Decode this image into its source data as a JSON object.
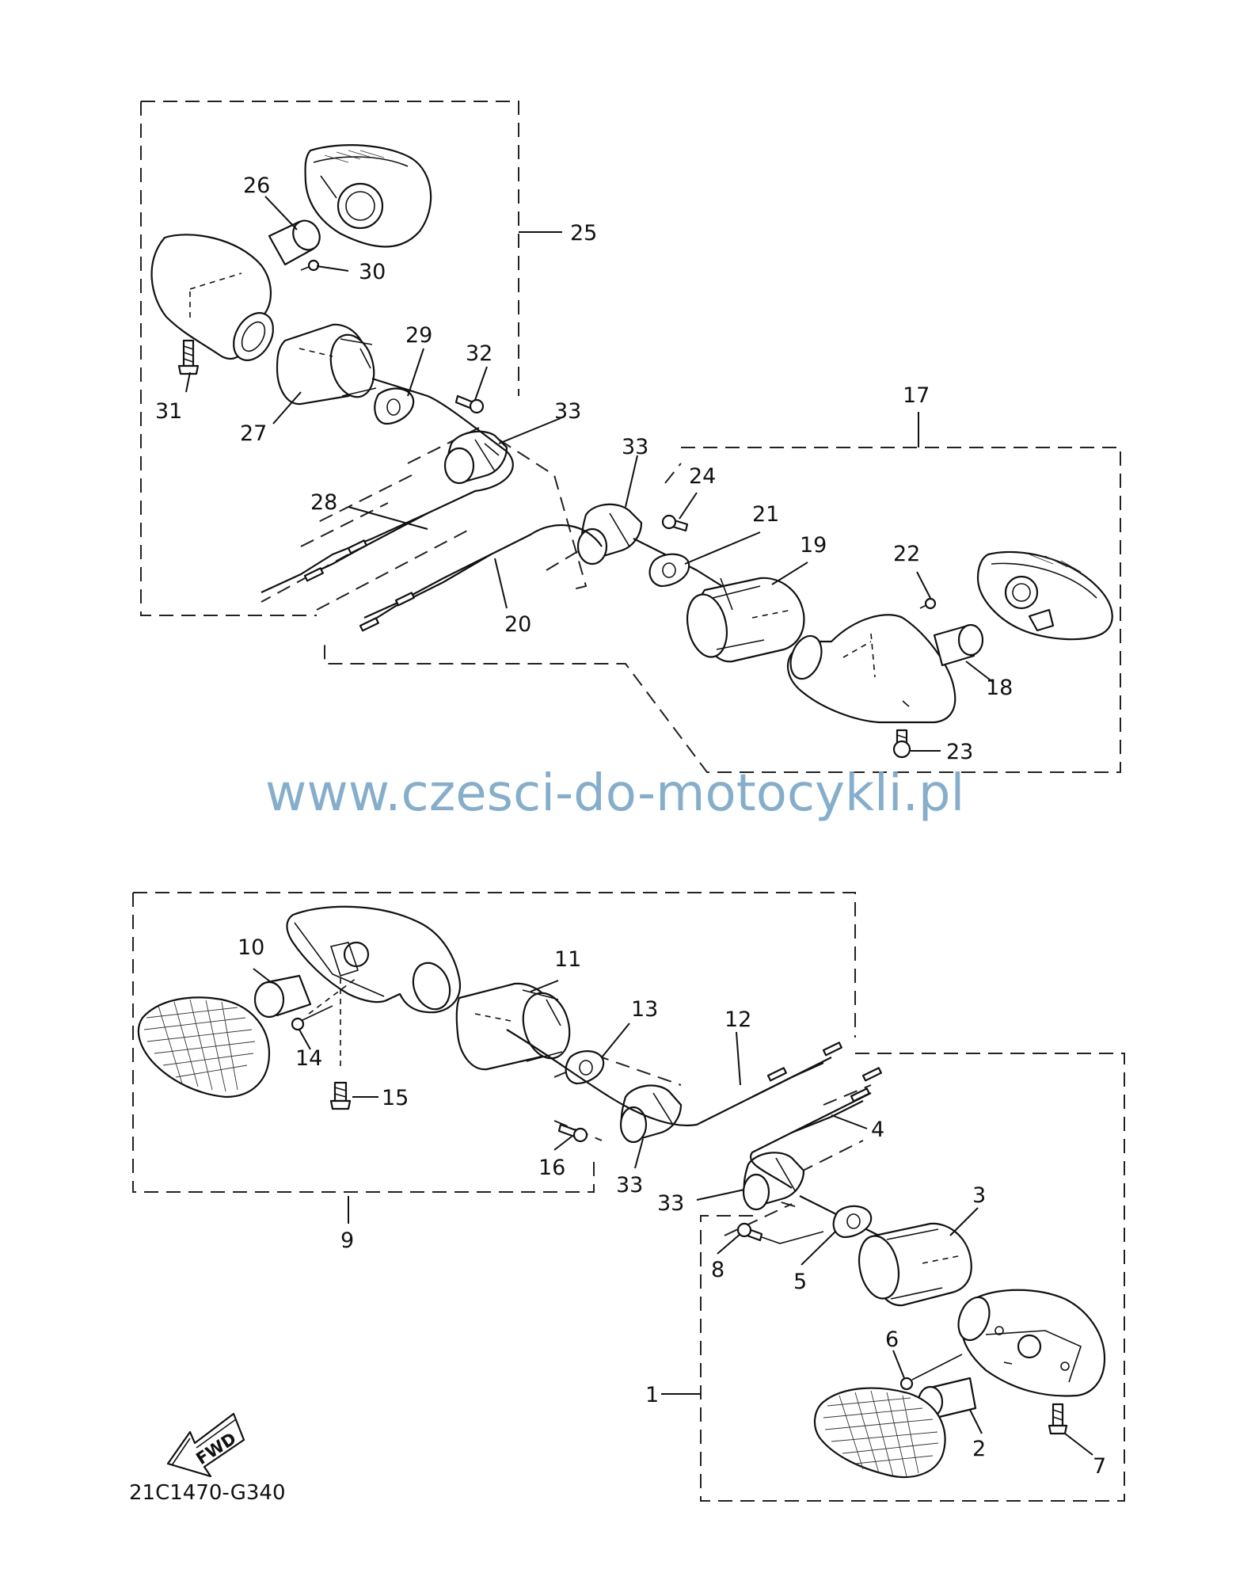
{
  "diagram_code": "21C1470-G340",
  "watermark": "www.czesci-do-motocykli.pl",
  "fwd_label": "FWD",
  "callouts": {
    "c1": "1",
    "c2": "2",
    "c3": "3",
    "c4": "4",
    "c5": "5",
    "c6": "6",
    "c7": "7",
    "c8": "8",
    "c9": "9",
    "c10": "10",
    "c11": "11",
    "c12": "12",
    "c13": "13",
    "c14": "14",
    "c15": "15",
    "c16": "16",
    "c17": "17",
    "c18": "18",
    "c19": "19",
    "c20": "20",
    "c21": "21",
    "c22": "22",
    "c23": "23",
    "c24": "24",
    "c25": "25",
    "c26": "26",
    "c27": "27",
    "c28": "28",
    "c29": "29",
    "c30": "30",
    "c31": "31",
    "c32": "32",
    "c33a": "33",
    "c33b": "33",
    "c33c": "33",
    "c33d": "33"
  }
}
